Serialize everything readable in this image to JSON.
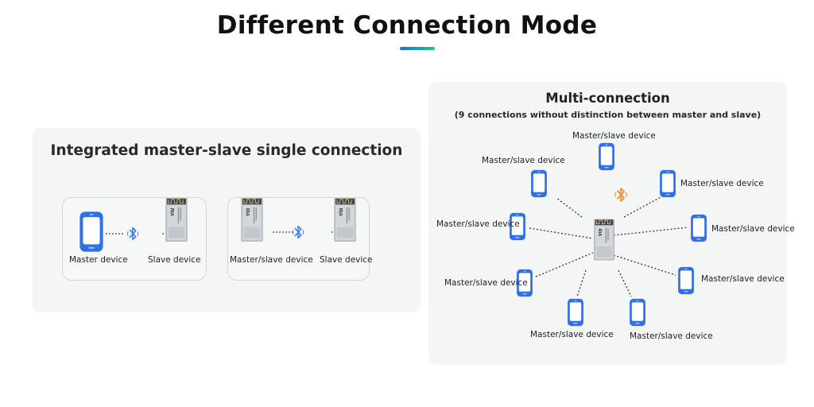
{
  "page": {
    "title": "Different Connection Mode"
  },
  "single_connection": {
    "heading": "Integrated master-slave single connection",
    "example_a": {
      "left_label": "Master device",
      "right_label": "Slave device"
    },
    "example_b": {
      "left_label": "Master/slave device",
      "right_label": "Slave device"
    }
  },
  "multi_connection": {
    "heading": "Multi-connection",
    "subheading": "(9 connections without distinction between master and slave)",
    "node_label": "Master/slave device",
    "node_count": 9
  },
  "colors": {
    "phone_blue": "#2f6fe8",
    "bluetooth_blue": "#3a7be6",
    "bluetooth_orange": "#f08a2c",
    "accent_gradient_start": "#1e6fe0",
    "accent_gradient_end": "#22c487"
  },
  "icons": [
    "phone-icon",
    "bluetooth-icon",
    "module-chip-icon"
  ]
}
